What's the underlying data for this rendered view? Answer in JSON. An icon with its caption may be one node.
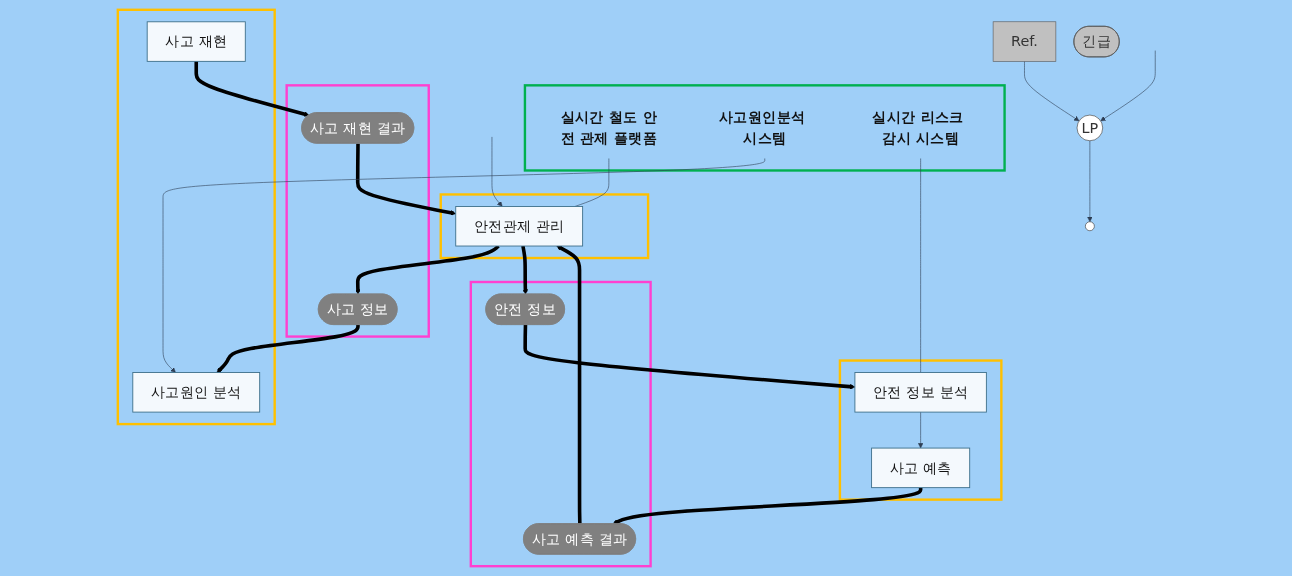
{
  "diagram": {
    "nodes": [
      {
        "text": [],
        "shape": "box"
      },
      {
        "text": [
          "실시간 철도 안전 관제 플랫폼"
        ],
        "in": 0
      },
      {
        "text": [
          "사고원인분석 시스템"
        ],
        "in": 0
      },
      {
        "text": [
          "실시간 리스크 감시 시스템"
        ],
        "in": 0
      },
      {
        "text": [],
        "shape": "box"
      },
      {
        "text": [
          "안전관제 관리"
        ],
        "in": 4
      },
      {
        "text": [],
        "shape": "box"
      },
      {
        "text": [
          "사고 정보"
        ],
        "in": 6
      },
      {
        "text": [
          "사고 재현 결과"
        ],
        "in": 6
      },
      {
        "text": [],
        "shape": "box"
      },
      {
        "text": [
          "사고원인 분석"
        ],
        "in": 9
      },
      {
        "text": [
          "사고 재현"
        ],
        "in": 9
      },
      {
        "text": [],
        "shape": "box"
      },
      {
        "text": [
          "안전 정보"
        ],
        "in": 12
      },
      {
        "text": [
          "사고 예측 결과"
        ],
        "in": 12
      },
      {
        "text": [],
        "shape": "box"
      },
      {
        "text": [
          "안전 정보 분석"
        ],
        "in": 15
      },
      {
        "text": [
          "사고 예측"
        ],
        "in": 15
      },
      {
        "text": [
          "Ref."
        ]
      },
      {
        "text": [
          "LP"
        ]
      },
      {
        "text": [],
        "shape": "circle"
      },
      {
        "text": [
          "긴급"
        ]
      }
    ],
    "edges": [
      {
        "from": null,
        "to": 5,
        "arrow": "to"
      },
      {
        "from": 5,
        "to": 7,
        "arrow": "to",
        "style": "thick"
      },
      {
        "from": 8,
        "to": 5,
        "arrow": "to",
        "style": "thick"
      },
      {
        "from": 7,
        "to": 10,
        "arrow": "to",
        "style": "thick"
      },
      {
        "from": 11,
        "to": 8,
        "arrow": "to",
        "style": "thick"
      },
      {
        "from": 5,
        "to": 13,
        "arrow": "to",
        "style": "thick"
      },
      {
        "from": 14,
        "to": 5,
        "arrow": "to",
        "style": "thick"
      },
      {
        "from": 13,
        "to": 16,
        "arrow": "to",
        "style": "thick"
      },
      {
        "from": 17,
        "to": 14,
        "arrow": "to",
        "style": "thick"
      },
      {
        "from": 16,
        "to": 17,
        "arrow": "to"
      },
      {
        "from": 2,
        "to": 10,
        "arrow": "to"
      },
      {
        "from": 1,
        "to": 5,
        "arrow": "none"
      },
      {
        "from": 3,
        "to": 16,
        "arrow": "none"
      },
      {
        "from": null,
        "to": 19,
        "arrow": "to"
      },
      {
        "from": 18,
        "to": 19,
        "arrow": "to"
      },
      {
        "from": 19,
        "to": 20,
        "arrow": "to"
      }
    ]
  }
}
